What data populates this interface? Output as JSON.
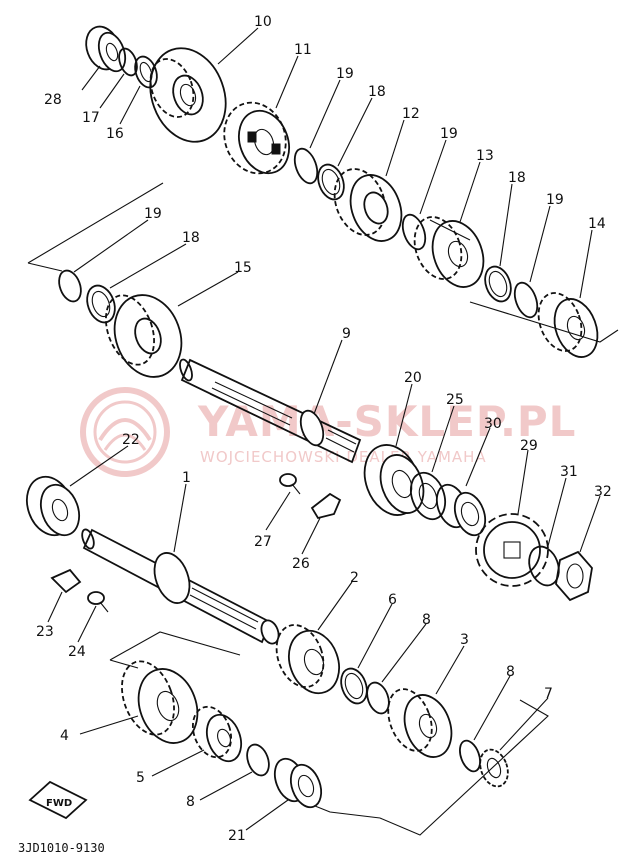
{
  "diagram": {
    "part_numbers": {
      "p1": "1",
      "p2": "2",
      "p3": "3",
      "p4": "4",
      "p5": "5",
      "p6": "6",
      "p7": "7",
      "p8a": "8",
      "p8b": "8",
      "p8c": "8",
      "p9": "9",
      "p10": "10",
      "p11": "11",
      "p12": "12",
      "p13": "13",
      "p14": "14",
      "p15": "15",
      "p16": "16",
      "p17": "17",
      "p18a": "18",
      "p18b": "18",
      "p18c": "18",
      "p19a": "19",
      "p19b": "19",
      "p19c": "19",
      "p19d": "19",
      "p20": "20",
      "p21": "21",
      "p22": "22",
      "p23": "23",
      "p24": "24",
      "p25": "25",
      "p26": "26",
      "p27": "27",
      "p28": "28",
      "p29": "29",
      "p30": "30",
      "p31": "31",
      "p32": "32"
    },
    "drawing_code": "3JD1010-9130",
    "fwd_label": "FWD"
  },
  "watermark": {
    "title": "YAMA-SKLEP.PL",
    "subtitle": "WOJCIECHOWSKI DEALER YAMAHA",
    "color": "#f1c9c9"
  },
  "colors": {
    "ink": "#111111",
    "background": "#ffffff"
  }
}
